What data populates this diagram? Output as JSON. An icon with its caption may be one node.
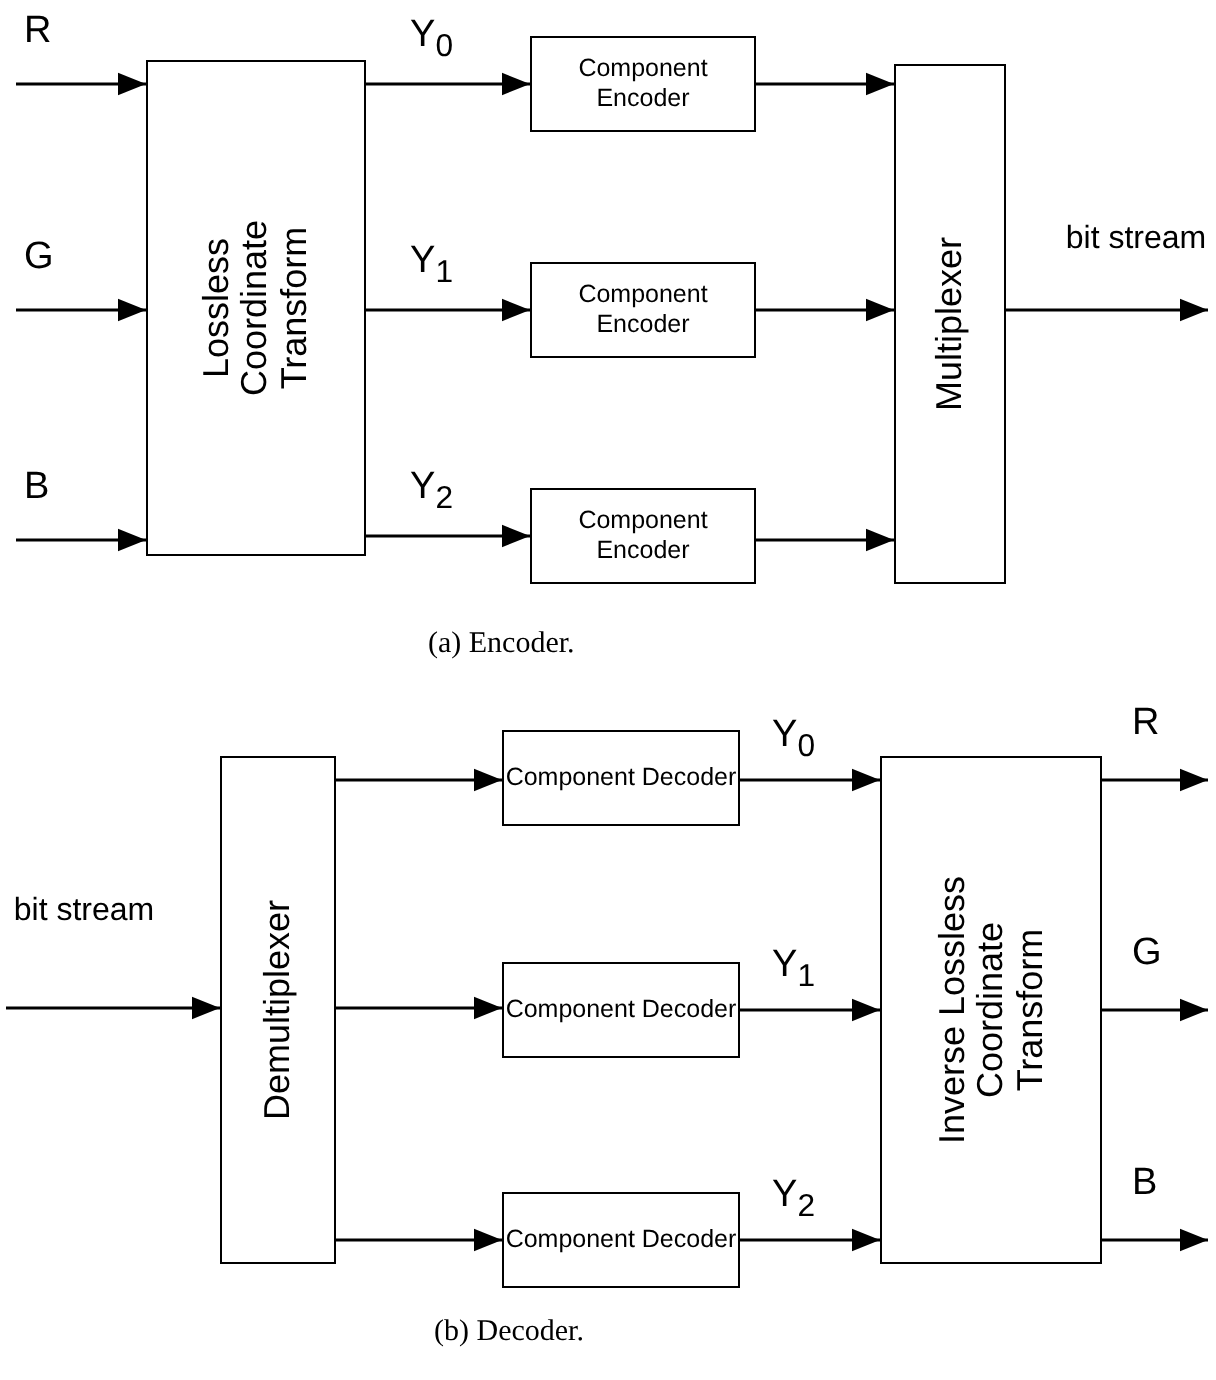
{
  "diagram": {
    "nodes": [
      {
        "text": [
          "Lossless Coordinate Transform"
        ]
      },
      {
        "text": [
          "Component Encoder"
        ]
      },
      {
        "text": [
          "Component Encoder"
        ]
      },
      {
        "text": [
          "Component Encoder"
        ]
      },
      {
        "text": [
          "Multiplexer"
        ]
      },
      {
        "text": [
          "Demultiplexer"
        ]
      },
      {
        "text": [
          "Component Decoder"
        ]
      },
      {
        "text": [
          "Component Decoder"
        ]
      },
      {
        "text": [
          "Component Decoder"
        ]
      },
      {
        "text": [
          "Inverse Lossless Coordinate Transform"
        ]
      }
    ],
    "edges": [
      {
        "from": null,
        "to": 0,
        "arrow": "to",
        "label": "R"
      },
      {
        "from": null,
        "to": 0,
        "arrow": "to",
        "label": "G"
      },
      {
        "from": null,
        "to": 0,
        "arrow": "to",
        "label": "B"
      },
      {
        "from": 0,
        "to": 1,
        "arrow": "to",
        "label": "Y$_{0}$"
      },
      {
        "from": 0,
        "to": 2,
        "arrow": "to",
        "label": "Y$_{1}$"
      },
      {
        "from": 0,
        "to": 3,
        "arrow": "to",
        "label": "Y$_{2}$"
      },
      {
        "from": 1,
        "to": 4,
        "arrow": "to"
      },
      {
        "from": 2,
        "to": 4,
        "arrow": "to"
      },
      {
        "from": 3,
        "to": 4,
        "arrow": "to"
      },
      {
        "from": 4,
        "to": null,
        "arrow": "to",
        "label": "bit stream"
      },
      {
        "from": null,
        "to": 5,
        "arrow": "to",
        "label": "bit stream"
      },
      {
        "from": 5,
        "to": 6,
        "arrow": "to"
      },
      {
        "from": 5,
        "to": 7,
        "arrow": "to"
      },
      {
        "from": 5,
        "to": 8,
        "arrow": "to"
      },
      {
        "from": 6,
        "to": 9,
        "arrow": "to",
        "label": "Y$_{0}$"
      },
      {
        "from": 7,
        "to": 9,
        "arrow": "to",
        "label": "Y$_{1}$"
      },
      {
        "from": 8,
        "to": 9,
        "arrow": "to",
        "label": "Y$_{2}$"
      },
      {
        "from": 9,
        "to": null,
        "arrow": "to",
        "label": "R"
      },
      {
        "from": 9,
        "to": null,
        "arrow": "to",
        "label": "G"
      },
      {
        "from": 9,
        "to": null,
        "arrow": "to",
        "label": "B"
      }
    ],
    "labels": [
      "(a) Encoder.",
      "(b) Decoder."
    ]
  }
}
